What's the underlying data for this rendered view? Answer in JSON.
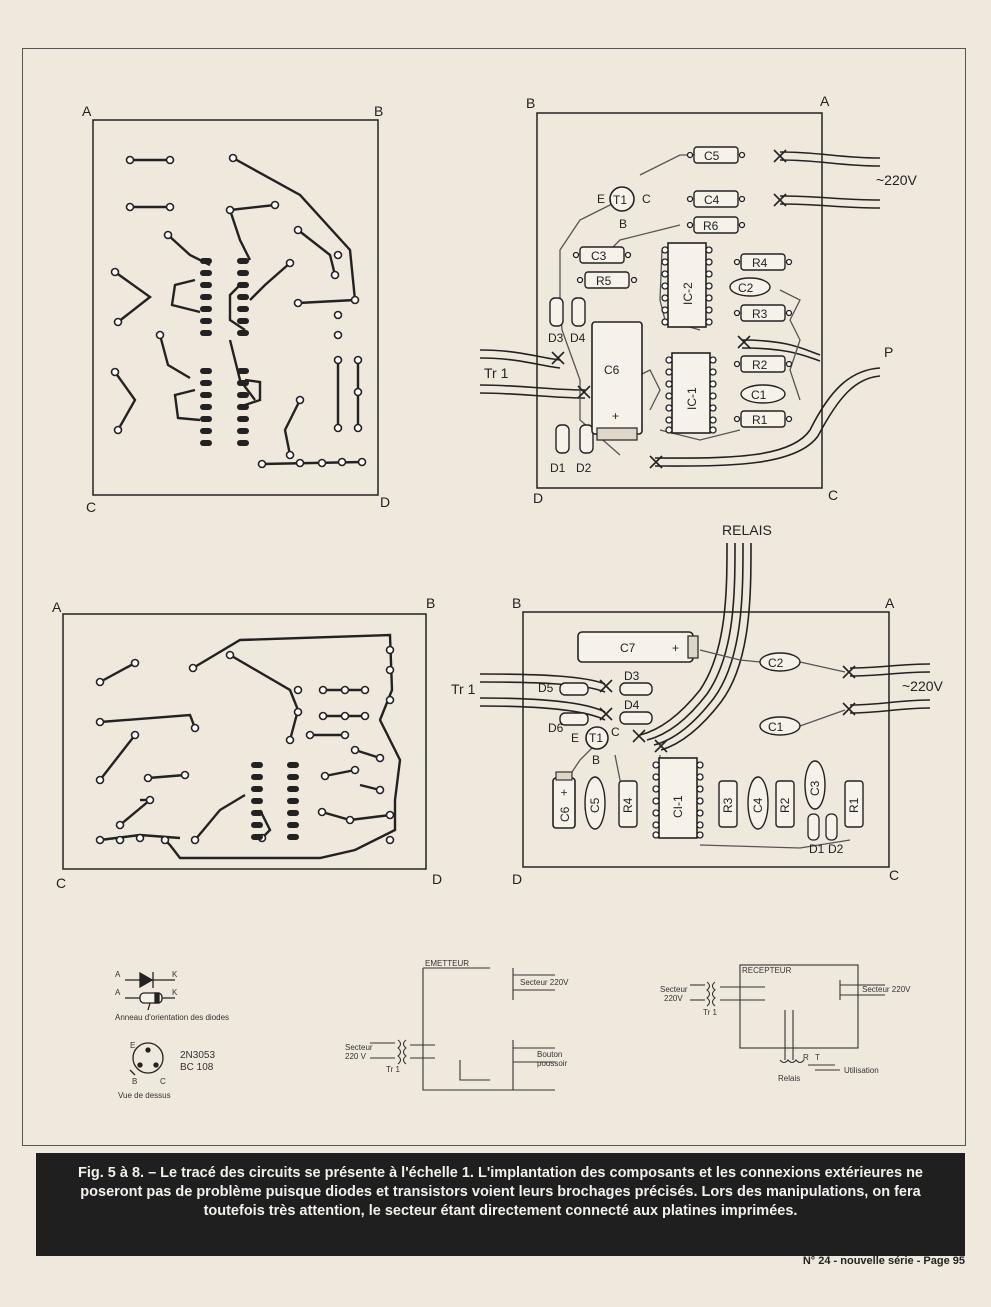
{
  "corner_labels": {
    "a": "A",
    "b": "B",
    "c": "C",
    "d": "D"
  },
  "components_top": {
    "c5": "C5",
    "c4": "C4",
    "r6": "R6",
    "c3": "C3",
    "r5": "R5",
    "ic2": "IC-2",
    "r4": "R4",
    "c2": "C2",
    "r3": "R3",
    "d3": "D3",
    "d4": "D4",
    "c6": "C6",
    "ic1": "IC-1",
    "r2": "R2",
    "c1": "C1",
    "r1": "R1",
    "d1": "D1",
    "d2": "D2",
    "t1": "T1",
    "e": "E",
    "c": "C",
    "b": "B",
    "plus": "+"
  },
  "components_bottom": {
    "c7": "C7",
    "c2": "C2",
    "d5": "D5",
    "d3": "D3",
    "d4": "D4",
    "d6": "D6",
    "c1": "C1",
    "t1": "T1",
    "c6": "C6",
    "c5": "C5",
    "r4": "R4",
    "ci1": "CI-1",
    "r3": "R3",
    "c4": "C4",
    "r2": "R2",
    "c3": "C3",
    "r1": "R1",
    "d1": "D1",
    "d2": "D2",
    "e": "E",
    "c": "C",
    "b": "B",
    "plus": "+"
  },
  "connections": {
    "v220": "~220V",
    "tr1": "Tr 1",
    "p": "P",
    "relais": "RELAIS"
  },
  "legend": {
    "diode_a": "A",
    "diode_k": "K",
    "diode_ring": "Anneau d'orientation des diodes",
    "trans_e": "E",
    "trans_b": "B",
    "trans_c": "C",
    "trans_models_1": "2N3053",
    "trans_models_2": "BC 108",
    "trans_view": "Vue de dessus"
  },
  "schematic_emitter": {
    "title": "EMETTEUR",
    "mains_out": "Secteur 220V",
    "mains_in_1": "Secteur",
    "mains_in_2": "220 V",
    "tr": "Tr 1",
    "button_1": "Bouton",
    "button_2": "poussoir"
  },
  "schematic_receiver": {
    "title": "RECEPTEUR",
    "mains_out": "Secteur 220V",
    "mains_in_1": "Secteur",
    "mains_in_2": "220V",
    "tr": "Tr 1",
    "relay": "Relais",
    "r": "R",
    "t": "T",
    "use": "Utilisation"
  },
  "caption": "Fig. 5 à 8. – Le tracé des circuits se présente à l'échelle 1. L'implantation des composants et les connexions extérieures ne poseront pas de problème puisque diodes et transistors voient leurs brochages précisés. Lors des manipulations, on fera toutefois très attention, le secteur étant directement connecté aux platines imprimées.",
  "footer": "N° 24 - nouvelle série - Page 95",
  "colors": {
    "paper": "#efe9dd",
    "ink": "#222222",
    "caption_bg": "#1f1f1f"
  }
}
